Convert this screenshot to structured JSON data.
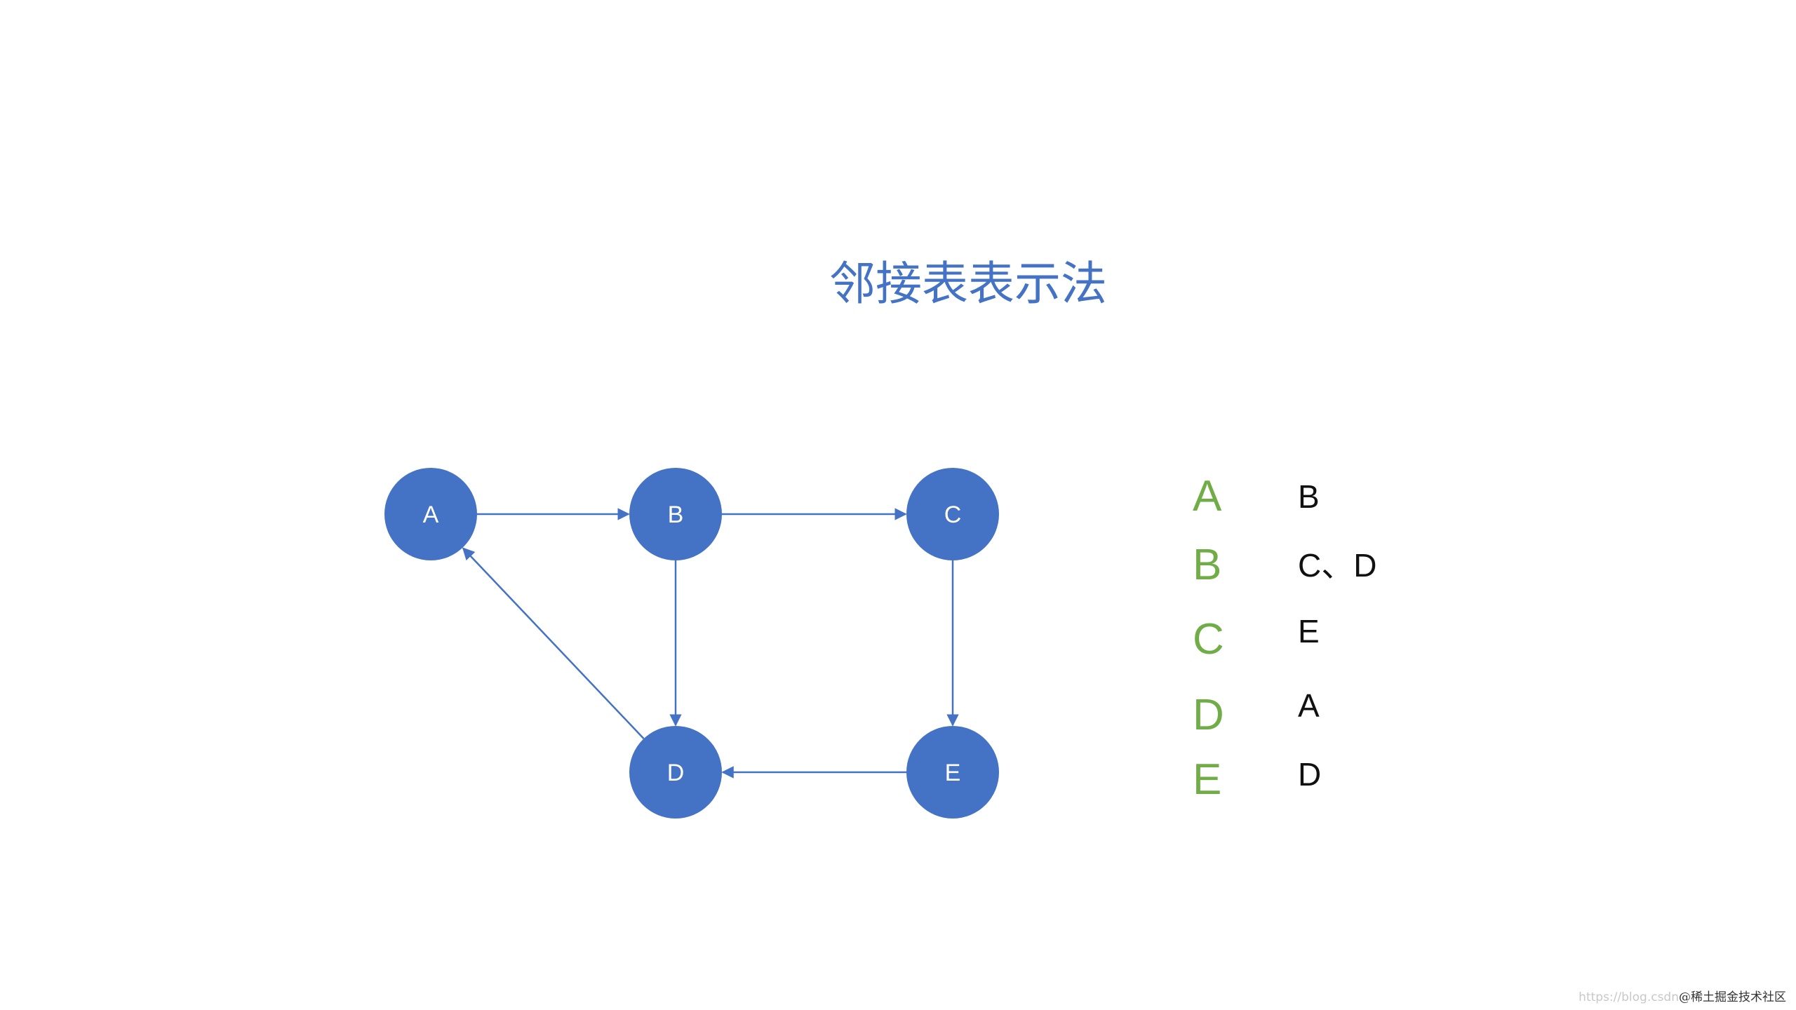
{
  "title": "邻接表表示法",
  "graph": {
    "nodes": [
      "A",
      "B",
      "C",
      "D",
      "E"
    ],
    "edges": [
      {
        "from": "A",
        "to": "B"
      },
      {
        "from": "B",
        "to": "C"
      },
      {
        "from": "B",
        "to": "D"
      },
      {
        "from": "C",
        "to": "E"
      },
      {
        "from": "E",
        "to": "D"
      },
      {
        "from": "D",
        "to": "A"
      }
    ]
  },
  "adjacency_list": [
    {
      "vertex": "A",
      "neighbors": "B"
    },
    {
      "vertex": "B",
      "neighbors": "C、D"
    },
    {
      "vertex": "C",
      "neighbors": "E"
    },
    {
      "vertex": "D",
      "neighbors": "A"
    },
    {
      "vertex": "E",
      "neighbors": "D"
    }
  ],
  "watermark": {
    "faint": "https://blog.csdn",
    "text": "@稀土掘金技术社区"
  },
  "colors": {
    "node_fill": "#4472c4",
    "edge": "#4472c4",
    "title": "#4472c4",
    "vertex_key": "#70ad47",
    "neighbor_text": "#111111"
  }
}
